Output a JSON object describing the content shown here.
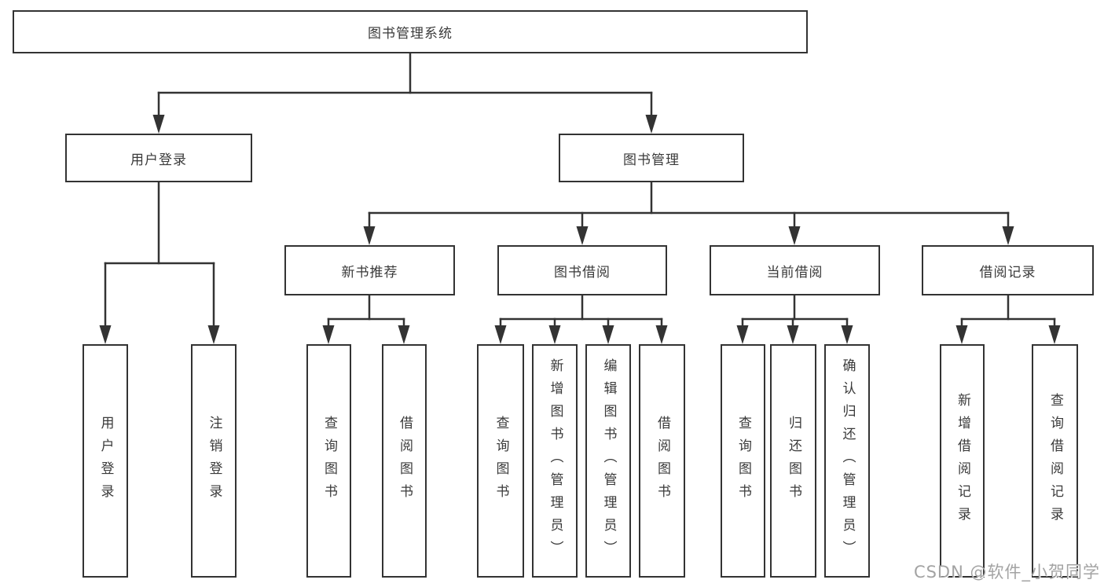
{
  "diagram": {
    "root": "图书管理系统",
    "level2": [
      "用户登录",
      "图书管理"
    ],
    "level3": [
      "新书推荐",
      "图书借阅",
      "当前借阅",
      "借阅记录"
    ],
    "leaves": {
      "user_login": [
        "用户登录",
        "注销登录"
      ],
      "new_books": [
        "查询图书",
        "借阅图书"
      ],
      "book_borrow": [
        "查询图书",
        "新增图书（管理员）",
        "编辑图书（管理员）",
        "借阅图书"
      ],
      "current_borrow": [
        "查询图书",
        "归还图书",
        "确认归还（管理员）"
      ],
      "borrow_records": [
        "新增借阅记录",
        "查询借阅记录"
      ]
    }
  },
  "watermark": "CSDN @软件_小贺同学",
  "colors": {
    "line": "#333333",
    "text": "#3a3a3a",
    "box_background": "#ffffff",
    "watermark": "#a3a3a3",
    "background": "#ffffff"
  }
}
